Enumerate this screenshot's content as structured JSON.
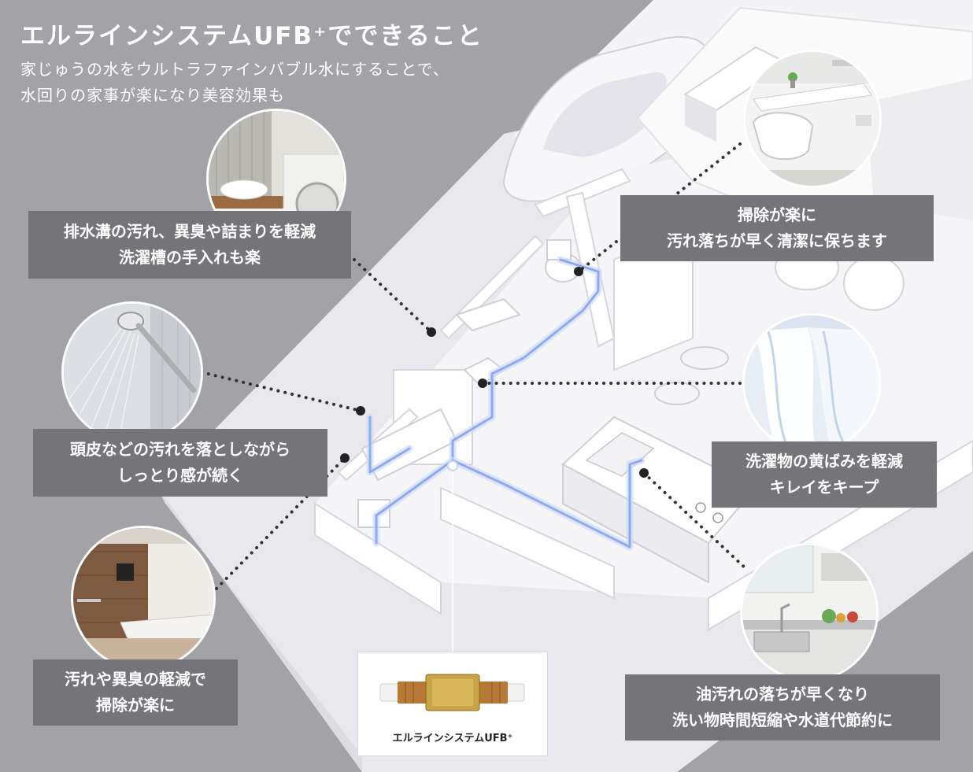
{
  "header": {
    "title": "エルラインシステムUFB⁺でできること",
    "subtitle_line1": "家じゅうの水をウルトラファインバブル水にすることで、",
    "subtitle_line2": "水回りの家事が楽になり美容効果も"
  },
  "features": [
    {
      "id": "washroom",
      "line1": "排水溝の汚れ、異臭や詰まりを軽減",
      "line2": "洗濯槽の手入れも楽"
    },
    {
      "id": "shower",
      "line1": "頭皮などの汚れを落としながら",
      "line2": "しっとり感が続く"
    },
    {
      "id": "bathroom",
      "line1": "汚れや異臭の軽減で",
      "line2": "掃除が楽に"
    },
    {
      "id": "toilet",
      "line1": "掃除が楽に",
      "line2": "汚れ落ちが早く清潔に保ちます"
    },
    {
      "id": "laundry",
      "line1": "洗濯物の黄ばみを軽減",
      "line2": "キレイをキープ"
    },
    {
      "id": "kitchen",
      "line1": "油汚れの落ちが早くなり",
      "line2": "洗い物時間短縮や水道代節約に"
    }
  ],
  "product": {
    "label": "エルラインシステムUFB⁺"
  },
  "colors": {
    "background": "#a3a2a7",
    "caption_bg": "#747479",
    "pipe": "#9db6ee",
    "dots": "#333333"
  }
}
